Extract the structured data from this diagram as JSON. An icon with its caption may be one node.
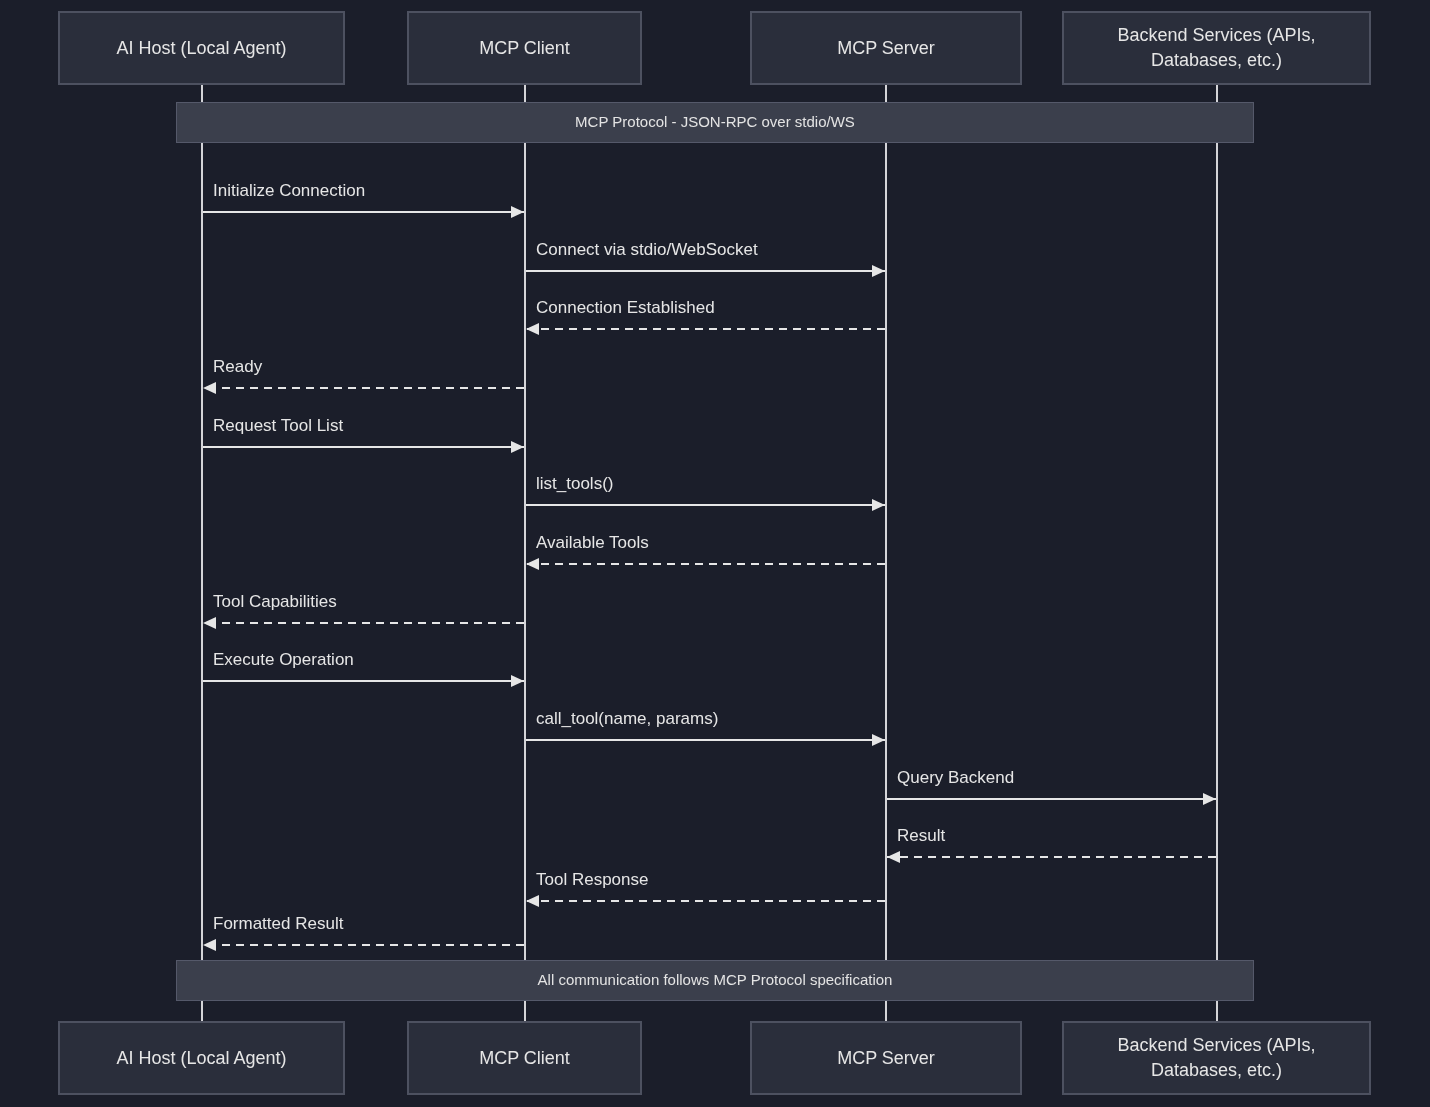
{
  "diagram": {
    "nodes": [
      {
        "text": [
          "AI Host (Local Agent)"
        ]
      },
      {
        "text": [
          "MCP Client"
        ]
      },
      {
        "text": [
          "MCP Server"
        ]
      },
      {
        "text": [
          "Backend Services (APIs, Databases, etc.)"
        ]
      },
      {
        "text": [
          "MCP Protocol - JSON-RPC over stdio/WS"
        ]
      },
      {
        "text": [],
        "shape": "bar"
      },
      {
        "text": [],
        "shape": "bar"
      },
      {
        "text": [],
        "shape": "bar"
      },
      {
        "text": [],
        "shape": "bar"
      },
      {
        "text": [
          "All communication follows MCP Protocol specification"
        ]
      },
      {
        "text": [
          "AI Host (Local Agent)"
        ]
      },
      {
        "text": [
          "MCP Client"
        ]
      },
      {
        "text": [
          "MCP Server"
        ]
      },
      {
        "text": [
          "Backend Services (APIs, Databases, etc.)"
        ]
      }
    ],
    "edges": [
      {
        "from": 5,
        "to": 6,
        "arrow": "to",
        "label": "Initialize Connection"
      },
      {
        "from": 6,
        "to": 7,
        "arrow": "to",
        "label": "Connect via stdio/WebSocket"
      },
      {
        "from": 7,
        "to": 6,
        "arrow": "to",
        "label": "Connection Established",
        "style": "dashed"
      },
      {
        "from": 6,
        "to": 5,
        "arrow": "to",
        "label": "Ready",
        "style": "dashed"
      },
      {
        "from": 5,
        "to": 6,
        "arrow": "to",
        "label": "Request Tool List"
      },
      {
        "from": 6,
        "to": 7,
        "arrow": "to",
        "label": "list_tools()"
      },
      {
        "from": 7,
        "to": 6,
        "arrow": "to",
        "label": "Available Tools",
        "style": "dashed"
      },
      {
        "from": 6,
        "to": 5,
        "arrow": "to",
        "label": "Tool Capabilities",
        "style": "dashed"
      },
      {
        "from": 5,
        "to": 6,
        "arrow": "to",
        "label": "Execute Operation"
      },
      {
        "from": 6,
        "to": 7,
        "arrow": "to",
        "label": "call_tool(name, params)"
      },
      {
        "from": 7,
        "to": 8,
        "arrow": "to",
        "label": "Query Backend"
      },
      {
        "from": 8,
        "to": 7,
        "arrow": "to",
        "label": "Result",
        "style": "dashed"
      },
      {
        "from": 7,
        "to": 6,
        "arrow": "to",
        "label": "Tool Response",
        "style": "dashed"
      },
      {
        "from": 6,
        "to": 5,
        "arrow": "to",
        "label": "Formatted Result",
        "style": "dashed"
      }
    ]
  }
}
